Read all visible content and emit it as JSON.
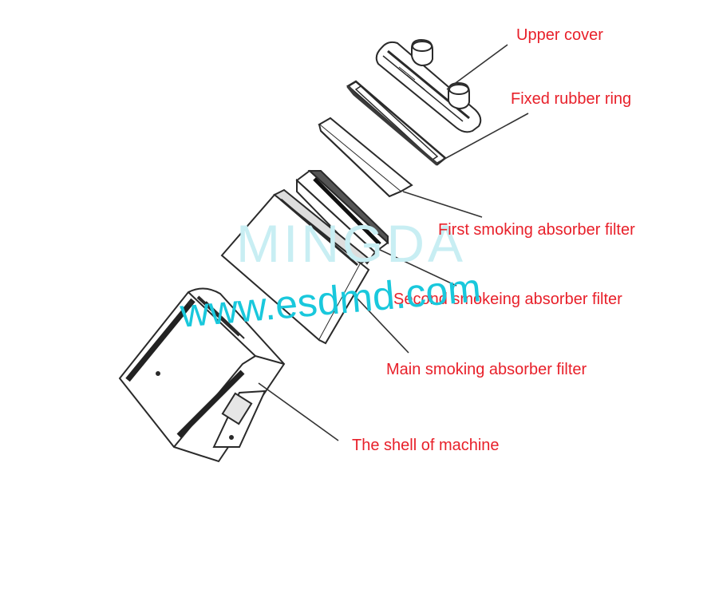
{
  "labels": {
    "upper_cover": "Upper cover",
    "fixed_rubber_ring": "Fixed rubber ring",
    "first_filter": "First smoking absorber  filter",
    "second_filter": "Second smokeing absorber filter",
    "main_filter": "Main  smoking absorber filter",
    "shell": "The shell of  machine"
  },
  "watermark": {
    "brand": "MINGDA",
    "url": "www.esdmd.com"
  },
  "colors": {
    "label": "#e8202a",
    "watermark_url": "#19c8dc",
    "watermark_brand": "#c8eef3",
    "line_art": "#2a2a2a"
  }
}
